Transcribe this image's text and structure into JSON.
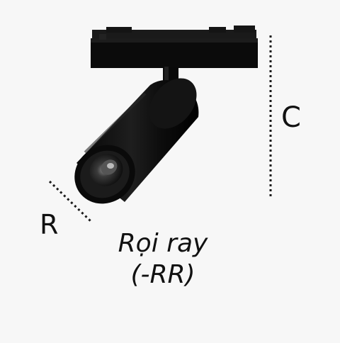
{
  "dimension_labels": {
    "height": "C",
    "radius": "R"
  },
  "caption": {
    "line1": "Rọi ray",
    "line2": "(-RR)"
  },
  "product": {
    "type": "track-spotlight",
    "color": "#111111"
  },
  "colors": {
    "background": "#f7f7f7",
    "dimension_line": "#1a1a1a"
  }
}
